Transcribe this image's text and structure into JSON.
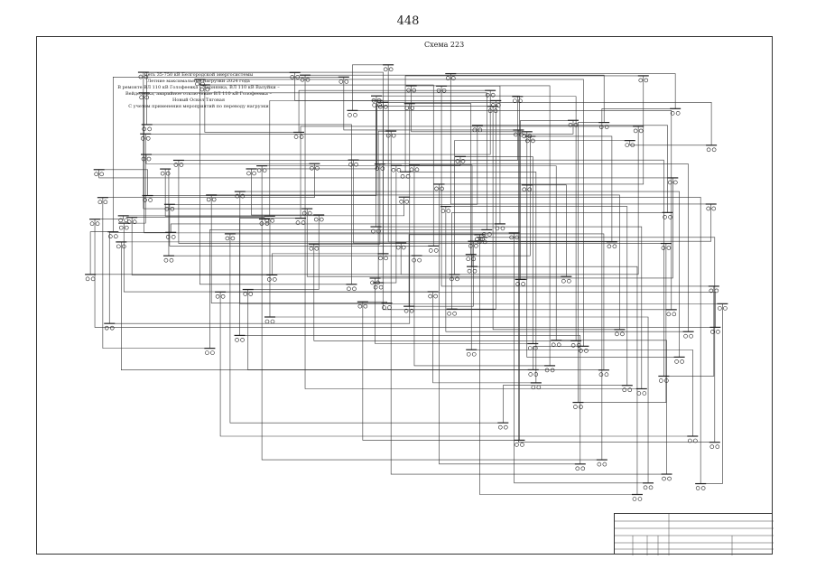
{
  "page": {
    "number": "448",
    "scheme_title": "Схема 223"
  },
  "description_lines": [
    "Сеть 35-750 кВ Белгородской энергосистемы",
    "Летние максимальные нагрузки 2024 года",
    "В ремонте ВЛ 110 кВ Голофеевка – Чернянка, ВЛ 110 кВ Валуйки –",
    "Вейделевка, аварийное отключение ВЛ 110 кВ Голофеевка –",
    "Новый Оскол Тяговая",
    "С учетом применения мероприятий по переводу нагрузки"
  ]
}
